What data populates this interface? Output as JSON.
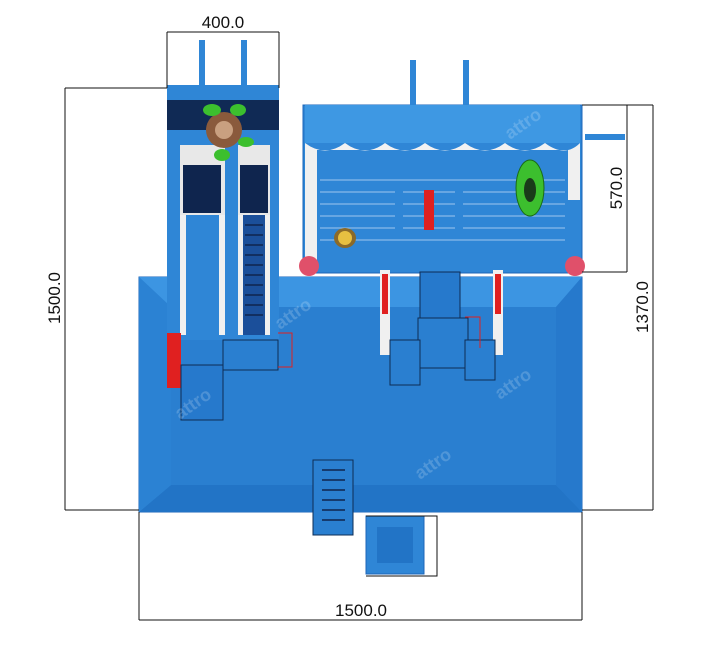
{
  "dimensions": {
    "top_width": "400.0",
    "left_height": "1500.0",
    "right_upper_height": "570.0",
    "right_height": "1370.0",
    "bottom_width": "1500.0"
  },
  "watermark": "attro",
  "colors": {
    "pool_blue": "#2f86d6",
    "pool_inner": "#1f6fc4",
    "pool_dark": "#1a5fae",
    "white": "#f2f2f2",
    "red": "#e02020",
    "green": "#3cbf2e",
    "ball": "#e0506a"
  }
}
